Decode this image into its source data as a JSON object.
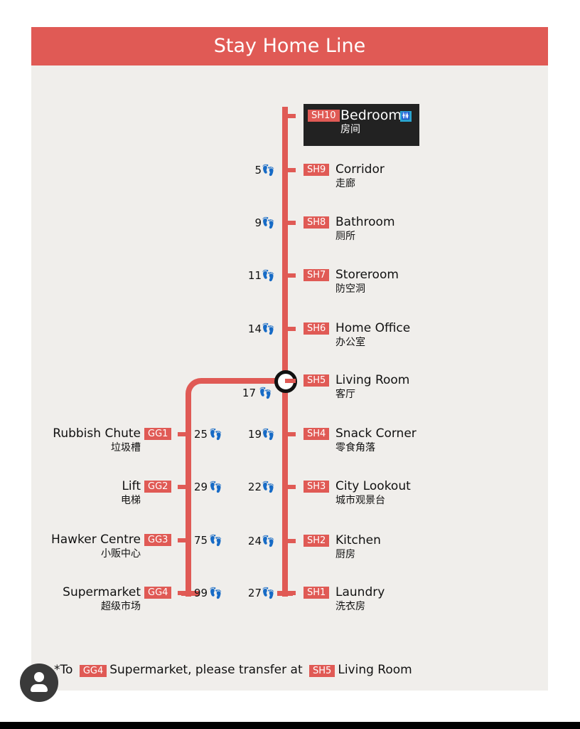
{
  "title": "Stay Home Line",
  "colors": {
    "line": "#e05a55",
    "background": "#f0eeeb",
    "highlight_box": "#222222",
    "toilet_icon": "#2aa4d0"
  },
  "main_line": [
    {
      "code": "SH10",
      "name": "Bedroom",
      "zh": "房间",
      "steps": "",
      "current": true,
      "icon": "toilet-icon"
    },
    {
      "code": "SH9",
      "name": "Corridor",
      "zh": "走廊",
      "steps": "5"
    },
    {
      "code": "SH8",
      "name": "Bathroom",
      "zh": "厕所",
      "steps": "9"
    },
    {
      "code": "SH7",
      "name": "Storeroom",
      "zh": "防空洞",
      "steps": "11"
    },
    {
      "code": "SH6",
      "name": "Home Office",
      "zh": "办公室",
      "steps": "14"
    },
    {
      "code": "SH5",
      "name": "Living Room",
      "zh": "客厅",
      "steps": "17",
      "interchange": true
    },
    {
      "code": "SH4",
      "name": "Snack Corner",
      "zh": "零食角落",
      "steps": "19"
    },
    {
      "code": "SH3",
      "name": "City Lookout",
      "zh": "城市观景台",
      "steps": "22"
    },
    {
      "code": "SH2",
      "name": "Kitchen",
      "zh": "厨房",
      "steps": "24"
    },
    {
      "code": "SH1",
      "name": "Laundry",
      "zh": "洗衣房",
      "steps": "27"
    }
  ],
  "branch_line": [
    {
      "code": "GG1",
      "name": "Rubbish Chute",
      "zh": "垃圾槽",
      "steps": "25"
    },
    {
      "code": "GG2",
      "name": "Lift",
      "zh": "电梯",
      "steps": "29"
    },
    {
      "code": "GG3",
      "name": "Hawker Centre",
      "zh": "小贩中心",
      "steps": "75"
    },
    {
      "code": "GG4",
      "name": "Supermarket",
      "zh": "超级市场",
      "steps": "99"
    }
  ],
  "step_icon": "footprints-icon",
  "note": {
    "prefix": "*To",
    "badge1": "GG4",
    "mid": "Supermarket, please transfer at",
    "badge2": "SH5",
    "end": "Living Room"
  }
}
